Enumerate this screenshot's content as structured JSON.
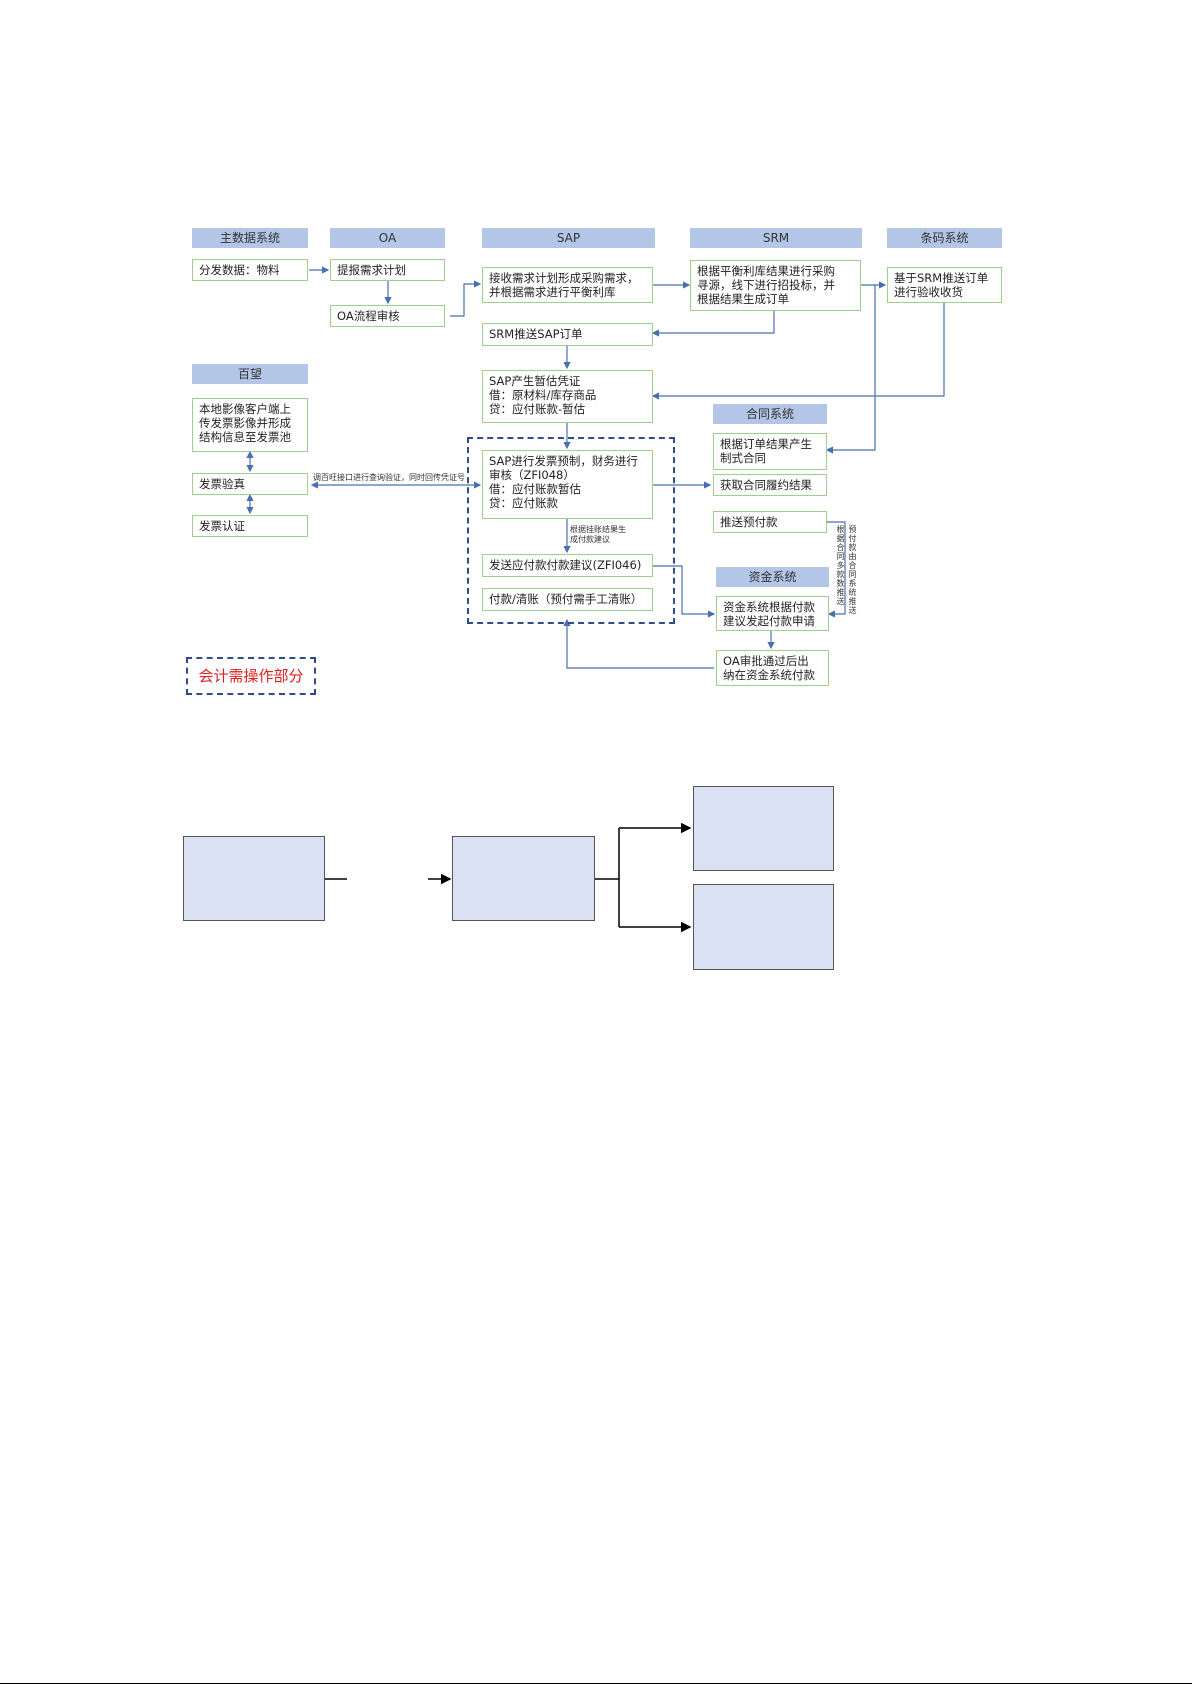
{
  "lanes": {
    "master": "主数据系统",
    "oa": "OA",
    "sap": "SAP",
    "srm": "SRM",
    "barcode": "条码系统",
    "baiwang": "百望",
    "contract": "合同系统",
    "fund": "资金系统"
  },
  "boxes": {
    "distribute": "分发数据：物料",
    "report_plan": "提报需求计划",
    "oa_review": "OA流程审核",
    "receive_plan": "接收需求计划形成采购需求，\n并根据需求进行平衡利库",
    "srm_source": "根据平衡利库结果进行采购\n寻源，线下进行招投标，并\n根据结果生成订单",
    "barcode_receive": "基于SRM推送订单\n进行验收收货",
    "srm_push_sap": "SRM推送SAP订单",
    "sap_voucher": "SAP产生暂估凭证\n借：原材料/库存商品\n    贷：应付账款-暂估",
    "local_image": "本地影像客户端上\n传发票影像并形成\n结构信息至发票池",
    "invoice_verify": "发票验真",
    "invoice_auth": "发票认证",
    "sap_invoice": "SAP进行发票预制，财务进行\n审核（ZFI048）\n借：应付账款暂估\n    贷：应付账款",
    "send_payment": "发送应付款付款建议(ZFI046)",
    "payment_clear": "付款/清账（预付需手工清账）",
    "contract_generate": "根据订单结果产生\n制式合同",
    "contract_result": "获取合同履约结果",
    "push_prepay": "推送预付款",
    "fund_apply": "资金系统根据付款\n建议发起付款申请",
    "oa_approve": "OA审批通过后出\n纳在资金系统付款"
  },
  "labels": {
    "baiwang_api": "调百旺接口进行查询验证，同时回传凭证号",
    "settle_suggest": "根据挂账结果生\n成付款建议",
    "prepay_contract": "预付款由合同系统推送",
    "contract_basis": "根据合同多款数推送"
  },
  "legend": "会计需操作部分"
}
